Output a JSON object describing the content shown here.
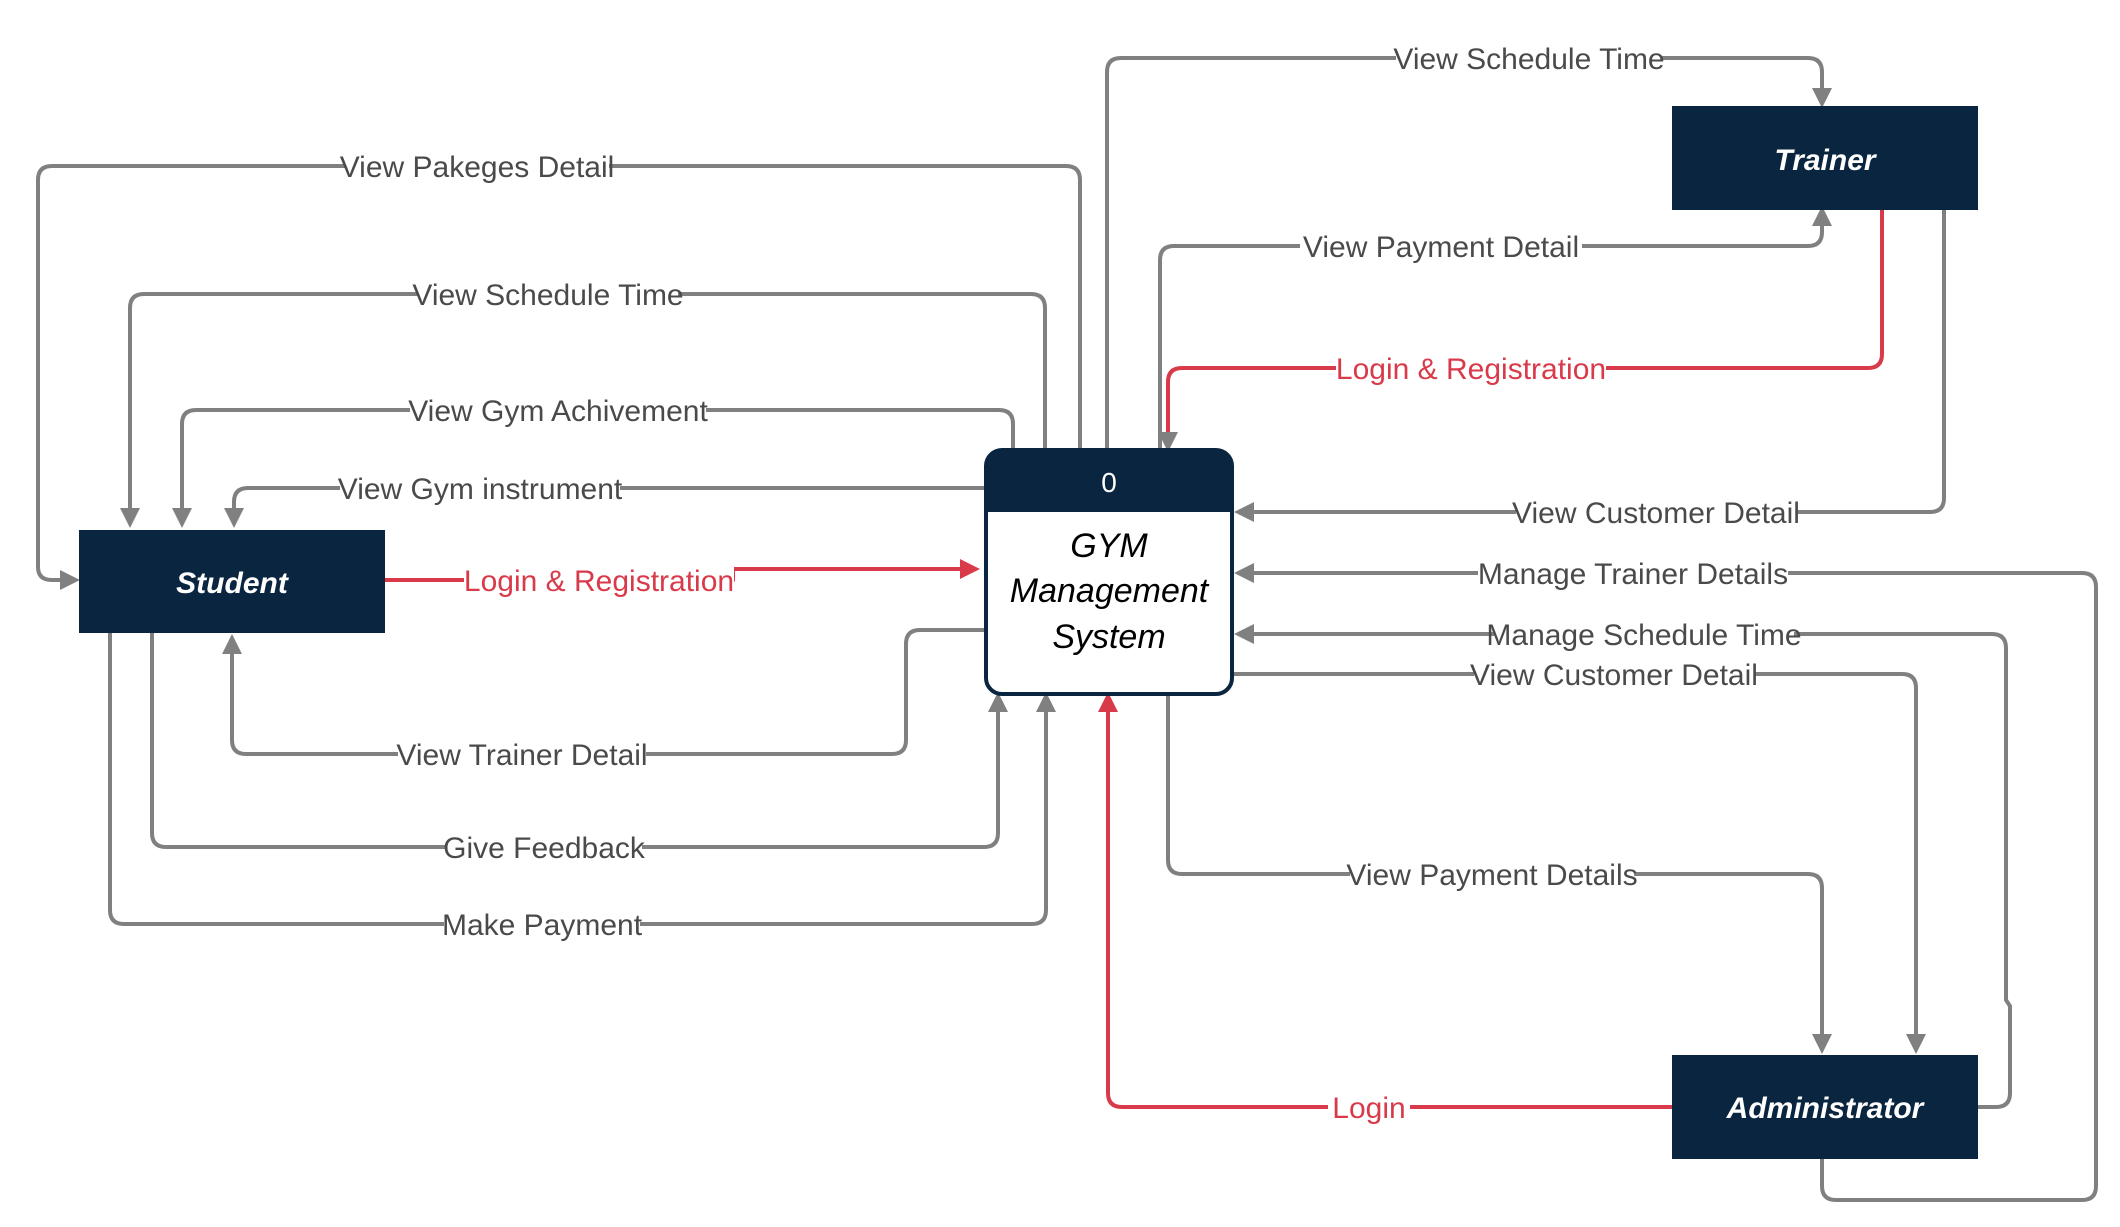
{
  "colors": {
    "entity_fill": "#0a2540",
    "arrow_gray": "#808080",
    "login_red": "#d93a4a",
    "label_gray": "#4a4a4a"
  },
  "entities": {
    "student": "Student",
    "trainer": "Trainer",
    "administrator": "Administrator"
  },
  "process": {
    "id": "0",
    "name_lines": [
      "GYM",
      "Management",
      "System"
    ]
  },
  "flows": [
    {
      "key": "student_view_pakeges",
      "label": "View Pakeges Detail",
      "from": "GYM Management System",
      "to": "Student",
      "color": "gray"
    },
    {
      "key": "student_view_schedule",
      "label": "View Schedule Time",
      "from": "GYM Management System",
      "to": "Student",
      "color": "gray"
    },
    {
      "key": "student_view_achivement",
      "label": "View  Gym Achivement",
      "from": "GYM Management System",
      "to": "Student",
      "color": "gray"
    },
    {
      "key": "student_view_instrument",
      "label": "View Gym instrument",
      "from": "GYM Management System",
      "to": "Student",
      "color": "gray"
    },
    {
      "key": "student_login",
      "label": "Login & Registration",
      "from": "Student",
      "to": "GYM Management System",
      "color": "red"
    },
    {
      "key": "student_view_trainer",
      "label": "View Trainer Detail",
      "from": "GYM Management System",
      "to": "Student",
      "color": "gray"
    },
    {
      "key": "student_feedback",
      "label": "Give Feedback",
      "from": "Student",
      "to": "GYM Management System",
      "color": "gray"
    },
    {
      "key": "student_payment",
      "label": "Make Payment",
      "from": "Student",
      "to": "GYM Management System",
      "color": "gray"
    },
    {
      "key": "trainer_view_schedule",
      "label": "View Schedule Time",
      "from": "GYM Management System",
      "to": "Trainer",
      "color": "gray"
    },
    {
      "key": "trainer_view_payment",
      "label": "View  Payment Detail",
      "from": "GYM Management System",
      "to": "Trainer",
      "color": "gray"
    },
    {
      "key": "trainer_login",
      "label": "Login & Registration",
      "from": "Trainer",
      "to": "GYM Management System",
      "color": "red"
    },
    {
      "key": "trainer_view_customer",
      "label": "View Customer Detail",
      "from": "Trainer",
      "to": "GYM Management System",
      "color": "gray"
    },
    {
      "key": "admin_manage_trainer",
      "label": "Manage Trainer Details",
      "from": "Administrator",
      "to": "GYM Management System",
      "color": "gray"
    },
    {
      "key": "admin_manage_schedule",
      "label": "Manage Schedule Time",
      "from": "Administrator",
      "to": "GYM Management System",
      "color": "gray"
    },
    {
      "key": "admin_view_customer",
      "label": "View Customer Detail",
      "from": "GYM Management System",
      "to": "Administrator",
      "color": "gray"
    },
    {
      "key": "admin_view_payment",
      "label": "View Payment Details",
      "from": "GYM Management System",
      "to": "Administrator",
      "color": "gray"
    },
    {
      "key": "admin_login",
      "label": "Login",
      "from": "Administrator",
      "to": "GYM Management System",
      "color": "red"
    }
  ]
}
